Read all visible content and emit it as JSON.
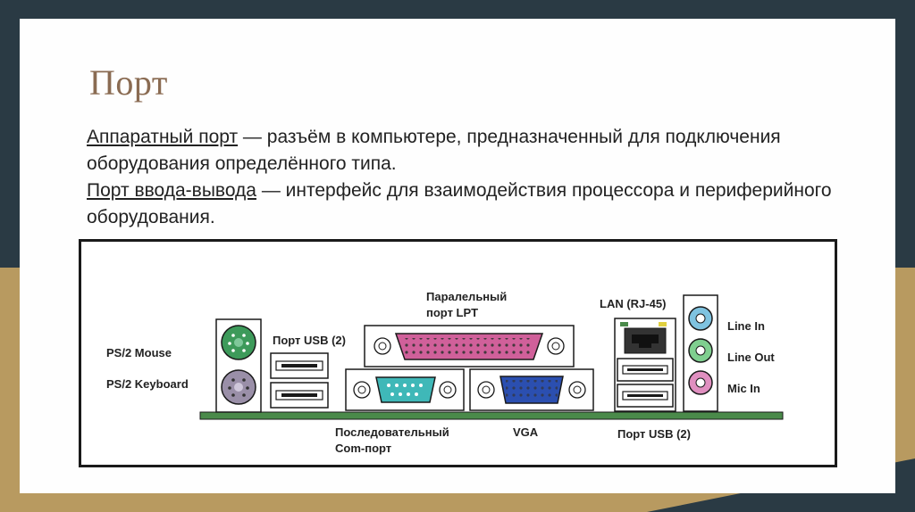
{
  "slide": {
    "title": "Порт",
    "definitions": [
      {
        "term": "Аппаратный порт",
        "text": " — разъём в компьютере, предназначенный для подключения оборудования определённого типа."
      },
      {
        "term": "Порт ввода-вывода",
        "text": " — интерфейс для взаимодействия процессора и периферийного оборудования."
      }
    ]
  },
  "figure": {
    "labels": {
      "ps2_mouse": "PS/2 Mouse",
      "ps2_keyboard": "PS/2 Keyboard",
      "usb_left": "Порт USB (2)",
      "lpt_line1": "Паралельный",
      "lpt_line2": "порт LPT",
      "com_line1": "Последовательный",
      "com_line2": "Com-порт",
      "vga": "VGA",
      "lan": "LAN (RJ-45)",
      "usb_right": "Порт USB (2)",
      "line_in": "Line In",
      "line_out": "Line Out",
      "mic_in": "Mic In"
    },
    "colors": {
      "ps2_mouse": "#3d9a5a",
      "ps2_keyboard": "#9a8fa8",
      "lpt": "#d0609a",
      "com": "#3fb8b8",
      "vga": "#2b4fb0",
      "board": "#4a8a4a",
      "line_in": "#7fc3e0",
      "line_out": "#7fcf8f",
      "mic_in": "#e08fc0"
    }
  }
}
